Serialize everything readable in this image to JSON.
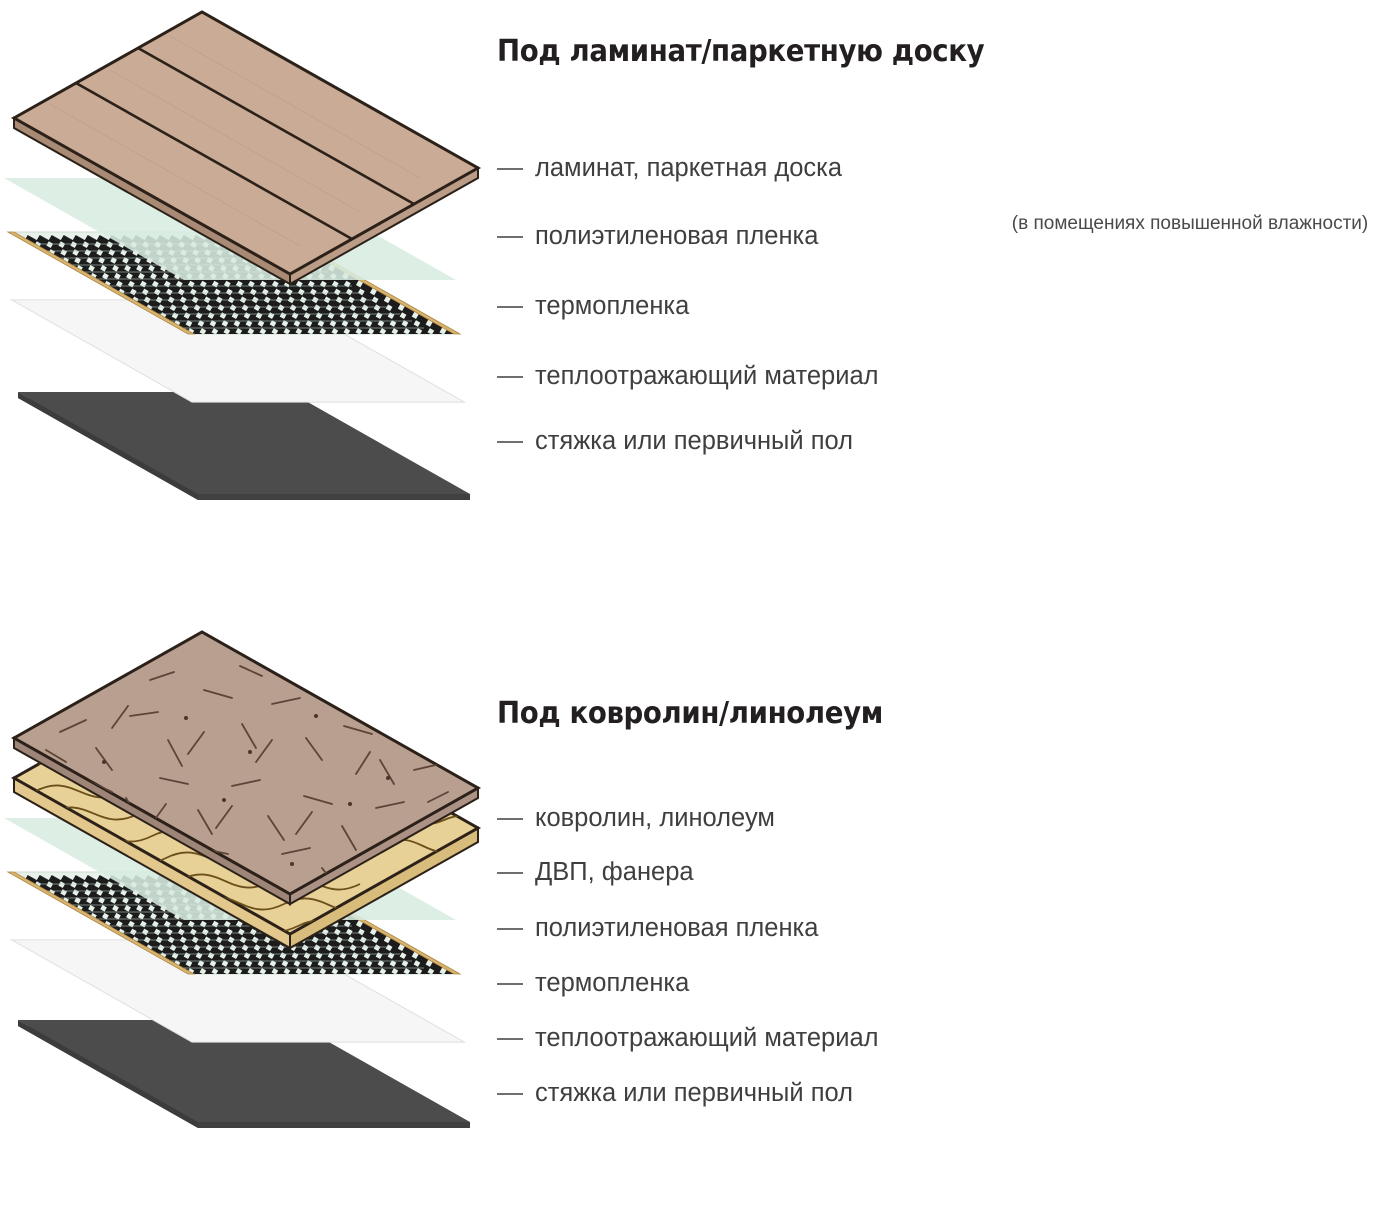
{
  "blocks": [
    {
      "id": "laminate",
      "title": "Под ламинат/паркетную доску",
      "note": "(в помещениях повышенной влажности)",
      "labels": [
        "ламинат, паркетная доска",
        "полиэтиленовая пленка",
        "термопленка",
        "теплоотражающий материал",
        "стяжка или первичный пол"
      ],
      "layer_names": [
        "laminate-board-layer",
        "polyethylene-film-layer",
        "thermal-film-layer",
        "heat-reflective-layer",
        "screed-layer"
      ]
    },
    {
      "id": "carpet",
      "title": "Под ковролин/линолеум",
      "labels": [
        "ковролин, линолеум",
        "ДВП, фанера",
        "полиэтиленовая пленка",
        "термопленка",
        "теплоотражающий материал",
        "стяжка или первичный пол"
      ],
      "layer_names": [
        "carpet-linoleum-layer",
        "fiberboard-plywood-layer",
        "polyethylene-film-layer",
        "thermal-film-layer",
        "heat-reflective-layer",
        "screed-layer"
      ]
    }
  ],
  "colors": {
    "laminate_face": "#c9ab96",
    "laminate_outline": "#2b2119",
    "carpet_face": "#b99f90",
    "plywood_face": "#e8d197",
    "plywood_grain": "#6b4f1d",
    "film_mint": "#d8ece0",
    "thermal_black": "#1c1c1c",
    "busbar_copper": "#d9b472",
    "reflector_white": "#f2f2f2",
    "screed_gray": "#4c4c4c",
    "dash_gray": "#6e6e6e",
    "title_black": "#231f20",
    "text_gray": "#3f3f3f"
  }
}
